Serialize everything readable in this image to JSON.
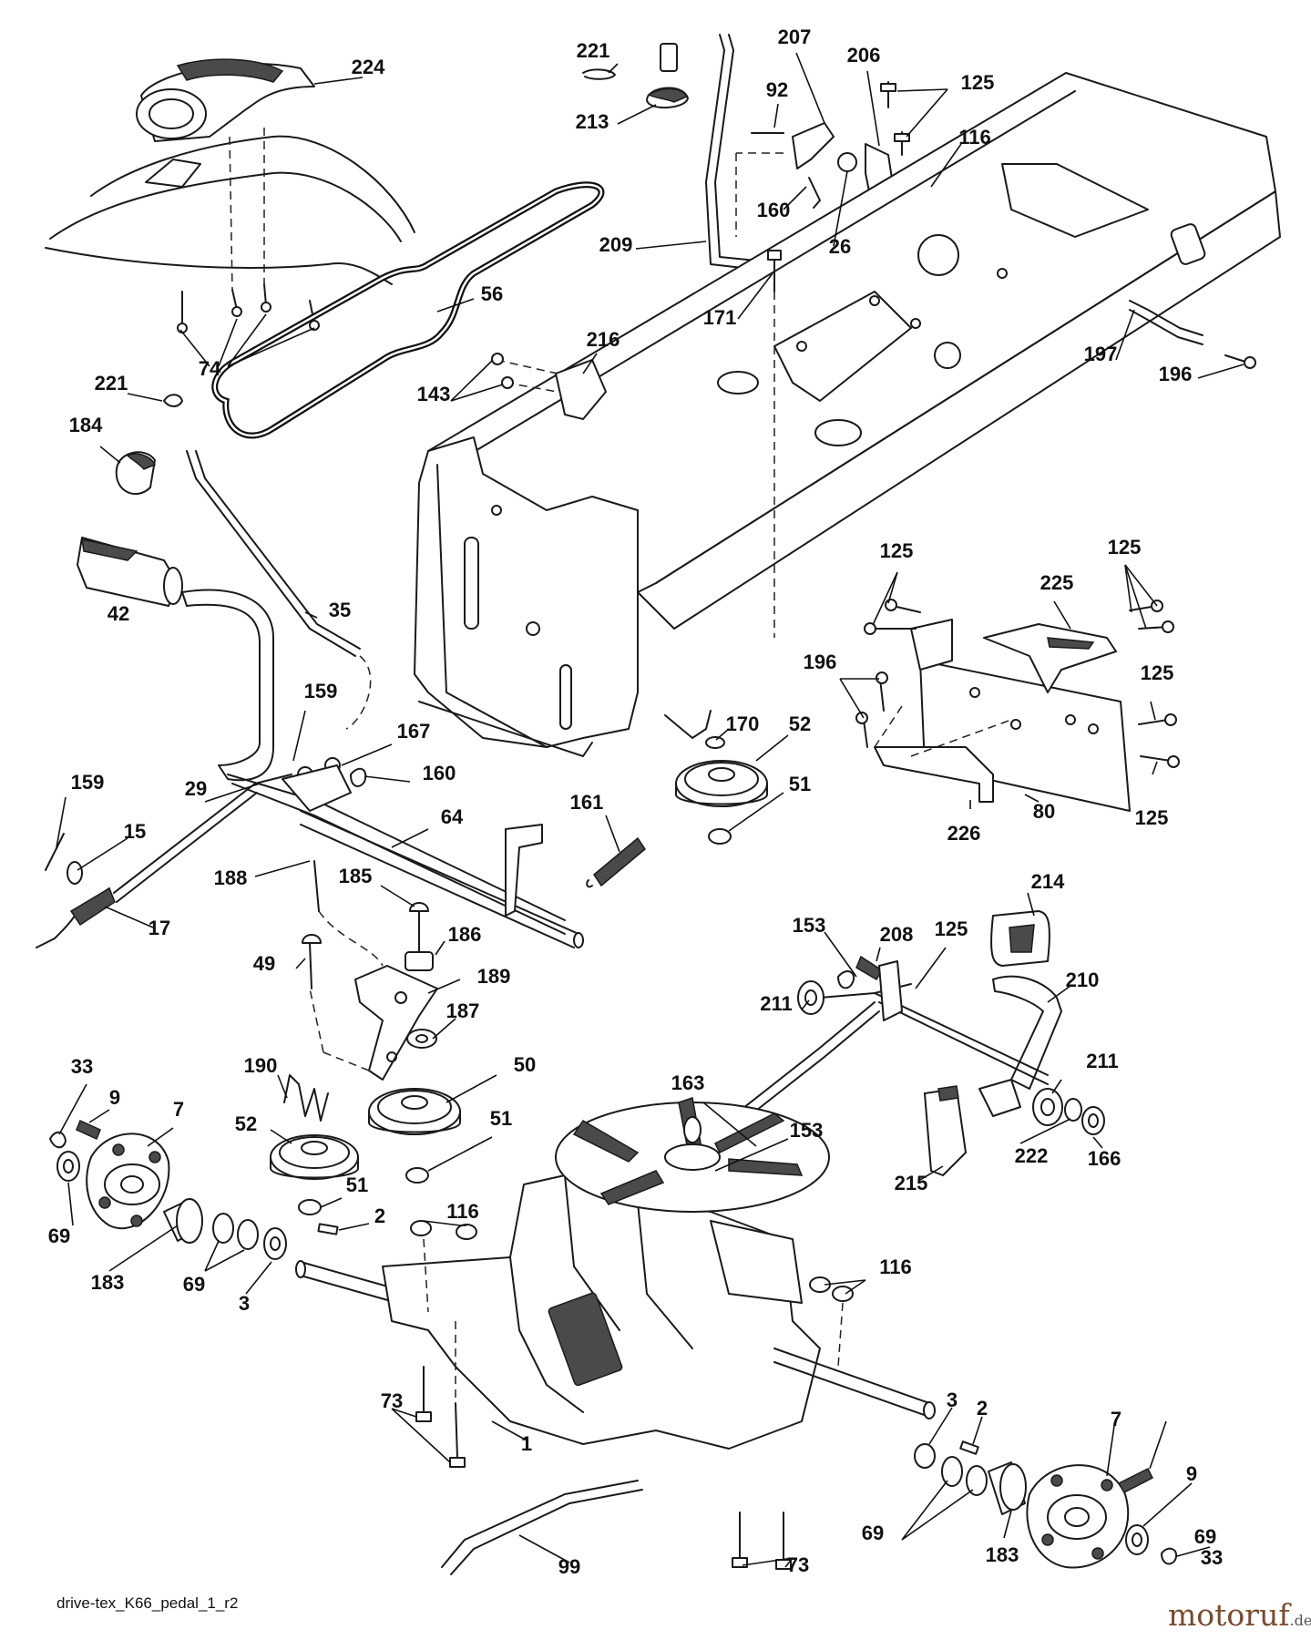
{
  "caption": "drive-tex_K66_pedal_1_r2",
  "watermark": {
    "name": "motoruf",
    "tld": ".de"
  },
  "callouts": [
    {
      "id": "c224",
      "text": "224"
    },
    {
      "id": "c221a",
      "text": "221"
    },
    {
      "id": "c213",
      "text": "213"
    },
    {
      "id": "c207",
      "text": "207"
    },
    {
      "id": "c206",
      "text": "206"
    },
    {
      "id": "c125a",
      "text": "125"
    },
    {
      "id": "c92",
      "text": "92"
    },
    {
      "id": "c116a",
      "text": "116"
    },
    {
      "id": "c160a",
      "text": "160"
    },
    {
      "id": "c26",
      "text": "26"
    },
    {
      "id": "c209",
      "text": "209"
    },
    {
      "id": "c56",
      "text": "56"
    },
    {
      "id": "c74",
      "text": "74"
    },
    {
      "id": "c171",
      "text": "171"
    },
    {
      "id": "c216",
      "text": "216"
    },
    {
      "id": "c143",
      "text": "143"
    },
    {
      "id": "c197",
      "text": "197"
    },
    {
      "id": "c196a",
      "text": "196"
    },
    {
      "id": "c221b",
      "text": "221"
    },
    {
      "id": "c184",
      "text": "184"
    },
    {
      "id": "c42",
      "text": "42"
    },
    {
      "id": "c35",
      "text": "35"
    },
    {
      "id": "c125b",
      "text": "125"
    },
    {
      "id": "c125c",
      "text": "125"
    },
    {
      "id": "c225",
      "text": "225"
    },
    {
      "id": "c196b",
      "text": "196"
    },
    {
      "id": "c125d",
      "text": "125"
    },
    {
      "id": "c170",
      "text": "170"
    },
    {
      "id": "c52a",
      "text": "52"
    },
    {
      "id": "c159a",
      "text": "159"
    },
    {
      "id": "c167",
      "text": "167"
    },
    {
      "id": "c160b",
      "text": "160"
    },
    {
      "id": "c51a",
      "text": "51"
    },
    {
      "id": "c159b",
      "text": "159"
    },
    {
      "id": "c29",
      "text": "29"
    },
    {
      "id": "c64",
      "text": "64"
    },
    {
      "id": "c161",
      "text": "161"
    },
    {
      "id": "c80",
      "text": "80"
    },
    {
      "id": "c226",
      "text": "226"
    },
    {
      "id": "c125e",
      "text": "125"
    },
    {
      "id": "c15",
      "text": "15"
    },
    {
      "id": "c188",
      "text": "188"
    },
    {
      "id": "c185",
      "text": "185"
    },
    {
      "id": "c17",
      "text": "17"
    },
    {
      "id": "c186",
      "text": "186"
    },
    {
      "id": "c214",
      "text": "214"
    },
    {
      "id": "c153a",
      "text": "153"
    },
    {
      "id": "c208",
      "text": "208"
    },
    {
      "id": "c125f",
      "text": "125"
    },
    {
      "id": "c49",
      "text": "49"
    },
    {
      "id": "c189",
      "text": "189"
    },
    {
      "id": "c211a",
      "text": "211"
    },
    {
      "id": "c210",
      "text": "210"
    },
    {
      "id": "c187",
      "text": "187"
    },
    {
      "id": "c50",
      "text": "50"
    },
    {
      "id": "c190",
      "text": "190"
    },
    {
      "id": "c33a",
      "text": "33"
    },
    {
      "id": "c9a",
      "text": "9"
    },
    {
      "id": "c7a",
      "text": "7"
    },
    {
      "id": "c163",
      "text": "163"
    },
    {
      "id": "c211b",
      "text": "211"
    },
    {
      "id": "c52b",
      "text": "52"
    },
    {
      "id": "c51b",
      "text": "51"
    },
    {
      "id": "c153b",
      "text": "153"
    },
    {
      "id": "c222",
      "text": "222"
    },
    {
      "id": "c166",
      "text": "166"
    },
    {
      "id": "c69a",
      "text": "69"
    },
    {
      "id": "c51c",
      "text": "51"
    },
    {
      "id": "c215",
      "text": "215"
    },
    {
      "id": "c116b",
      "text": "116"
    },
    {
      "id": "c2a",
      "text": "2"
    },
    {
      "id": "c116c",
      "text": "116"
    },
    {
      "id": "c183a",
      "text": "183"
    },
    {
      "id": "c69b",
      "text": "69"
    },
    {
      "id": "c3a",
      "text": "3"
    },
    {
      "id": "c73a",
      "text": "73"
    },
    {
      "id": "c7b",
      "text": "7"
    },
    {
      "id": "c3b",
      "text": "3"
    },
    {
      "id": "c2b",
      "text": "2"
    },
    {
      "id": "c9b",
      "text": "9"
    },
    {
      "id": "c1",
      "text": "1"
    },
    {
      "id": "c69c",
      "text": "69"
    },
    {
      "id": "c69d",
      "text": "69"
    },
    {
      "id": "c33b",
      "text": "33"
    },
    {
      "id": "c183b",
      "text": "183"
    },
    {
      "id": "c73b",
      "text": "73"
    },
    {
      "id": "c99",
      "text": "99"
    }
  ]
}
